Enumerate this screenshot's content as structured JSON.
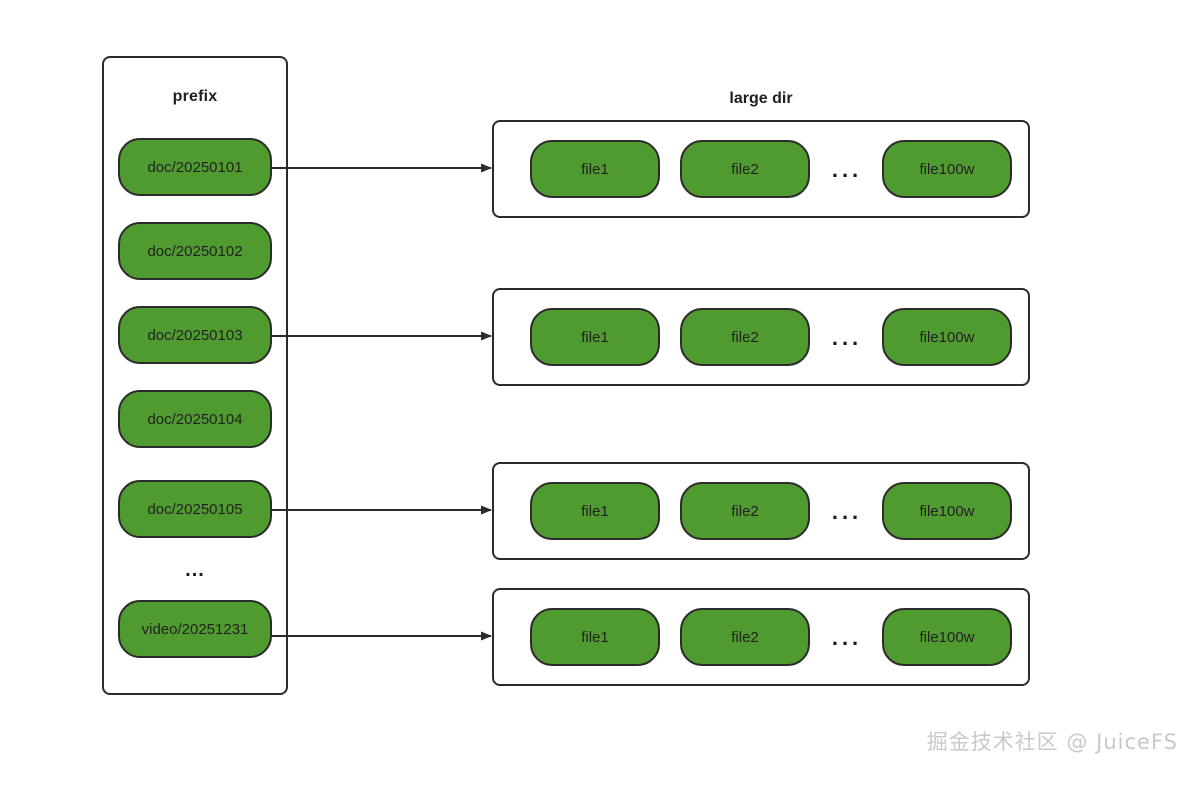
{
  "diagram": {
    "title_left": "prefix",
    "title_right": "large dir",
    "ellipsis_vertical": "...",
    "ellipsis_horizontal": "...",
    "colors": {
      "pill_fill": "#4F9B2F",
      "pill_border": "#2b2b2b",
      "box_border": "#2b2b2b",
      "background": "#ffffff",
      "text": "#222222",
      "watermark": "#c9c9c9"
    }
  },
  "prefix_panel": {
    "label": "prefix",
    "items": [
      {
        "label": "doc/20250101",
        "has_arrow": true
      },
      {
        "label": "doc/20250102",
        "has_arrow": false
      },
      {
        "label": "doc/20250103",
        "has_arrow": true
      },
      {
        "label": "doc/20250104",
        "has_arrow": false
      },
      {
        "label": "doc/20250105",
        "has_arrow": true
      },
      {
        "label": "...",
        "has_arrow": false
      },
      {
        "label": "video/20251231",
        "has_arrow": true
      }
    ]
  },
  "large_dirs": {
    "label": "large dir",
    "rows": [
      {
        "files": [
          "file1",
          "file2",
          "file100w"
        ],
        "gap": "..."
      },
      {
        "files": [
          "file1",
          "file2",
          "file100w"
        ],
        "gap": "..."
      },
      {
        "files": [
          "file1",
          "file2",
          "file100w"
        ],
        "gap": "..."
      },
      {
        "files": [
          "file1",
          "file2",
          "file100w"
        ],
        "gap": "..."
      }
    ]
  },
  "watermark": {
    "text": "掘金技术社区 @ JuiceFS"
  }
}
